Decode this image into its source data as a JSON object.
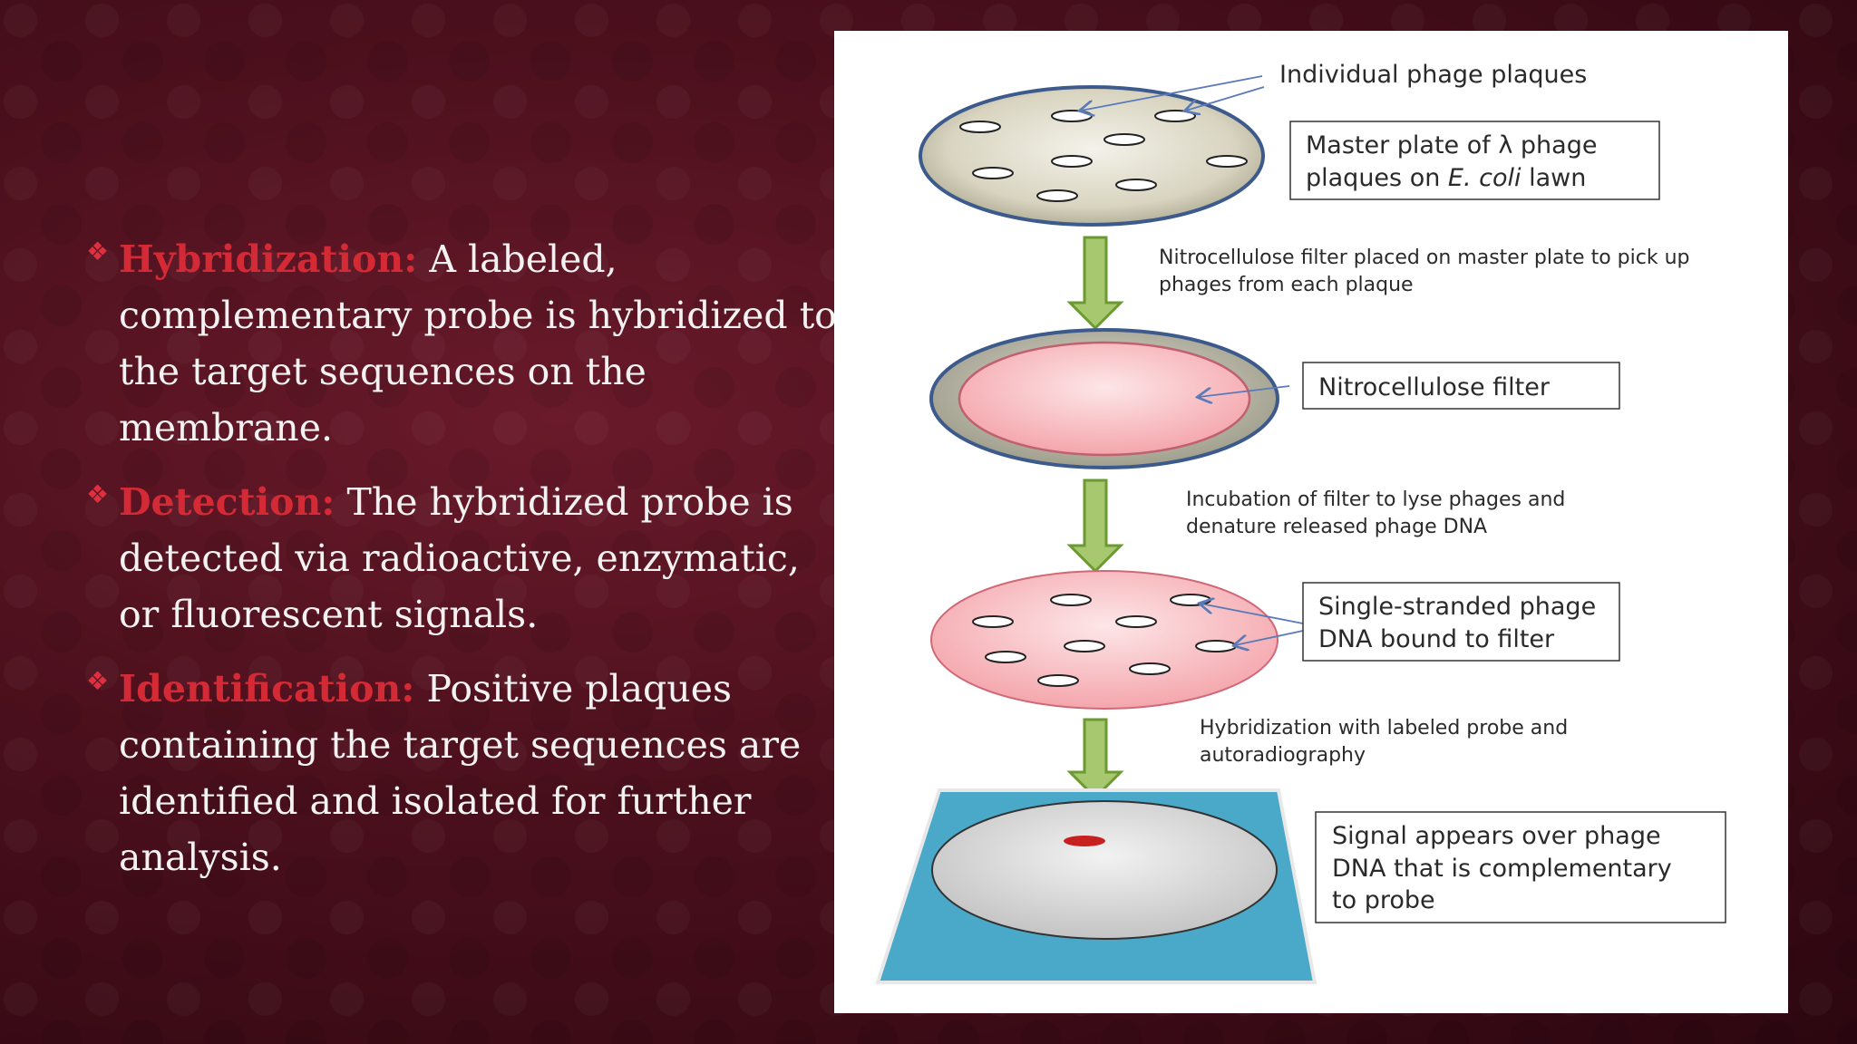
{
  "bullets": [
    {
      "term": "Hybridization:",
      "text": " A labeled, complementary probe is hybridized to the target sequences on the membrane."
    },
    {
      "term": "Detection:",
      "text": " The hybridized probe is detected via radioactive, enzymatic, or fluorescent signals."
    },
    {
      "term": "Identification:",
      "text": " Positive plaques containing the target sequences are identified and isolated for further analysis."
    }
  ],
  "diagram": {
    "label_plaques": "Individual phage plaques",
    "master_line1": "Master plate of λ phage",
    "master_line2_pre": "plaques on ",
    "master_line2_italic": "E. coli",
    "master_line2_post": " lawn",
    "step1_line1": "Nitrocellulose filter placed on master plate to pick up",
    "step1_line2": "phages from each plaque",
    "filter_label": "Nitrocellulose filter",
    "step2_line1": "Incubation of filter to lyse phages and",
    "step2_line2": "denature released phage DNA",
    "ss_line1": "Single-stranded phage",
    "ss_line2": "DNA bound to filter",
    "step3_line1": "Hybridization with labeled probe and",
    "step3_line2": "autoradiography",
    "signal_line1": "Signal appears over phage",
    "signal_line2": "DNA that is complementary",
    "signal_line3": "to probe"
  },
  "colors": {
    "term": "#d42a35",
    "arrow": "#8ab04a",
    "filter_pink": "#f8c8cc",
    "film_blue": "#4aa8c8",
    "signal_red": "#c82020"
  }
}
